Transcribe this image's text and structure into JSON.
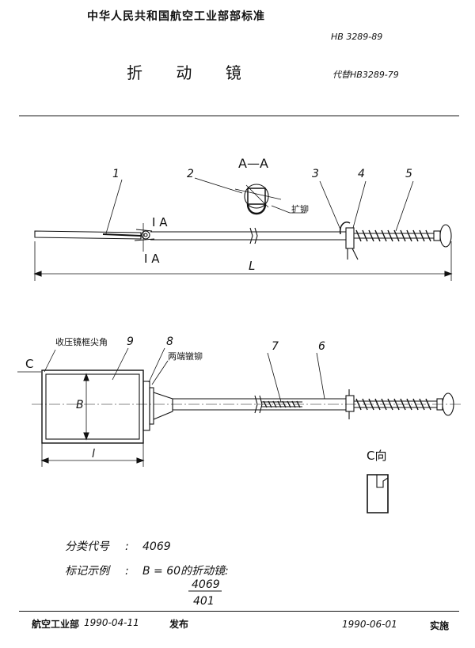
{
  "header": {
    "org_title": "中华人民共和国航空工业部部标准",
    "std_number": "HB 3289-89",
    "doc_title": "折 动 镜",
    "replaces": "代替HB3289-79"
  },
  "drawing": {
    "section_title": "A—A",
    "section_label_top": "A",
    "section_label_bottom": "A",
    "callouts": [
      "1",
      "2",
      "3",
      "4",
      "5",
      "6",
      "7",
      "8",
      "9"
    ],
    "rivet_note": "扩铆",
    "length_label": "L",
    "corner_note": "收压镜框尖角",
    "both_ends_note": "两端镦铆",
    "view_c_label": "C",
    "width_label": "B",
    "inner_length_label": "l",
    "view_c_title": "C向"
  },
  "classification": {
    "label": "分类代号",
    "colon": ":",
    "value": "4069"
  },
  "marking_example": {
    "label": "标记示例",
    "colon": ":",
    "text": "B = 60的折动镜:",
    "numerator": "4069",
    "denominator": "401"
  },
  "footer": {
    "issuer": "航空工业部",
    "issue_date": "1990-04-11",
    "issue_word": "发布",
    "impl_date": "1990-06-01",
    "impl_word": "实施"
  }
}
